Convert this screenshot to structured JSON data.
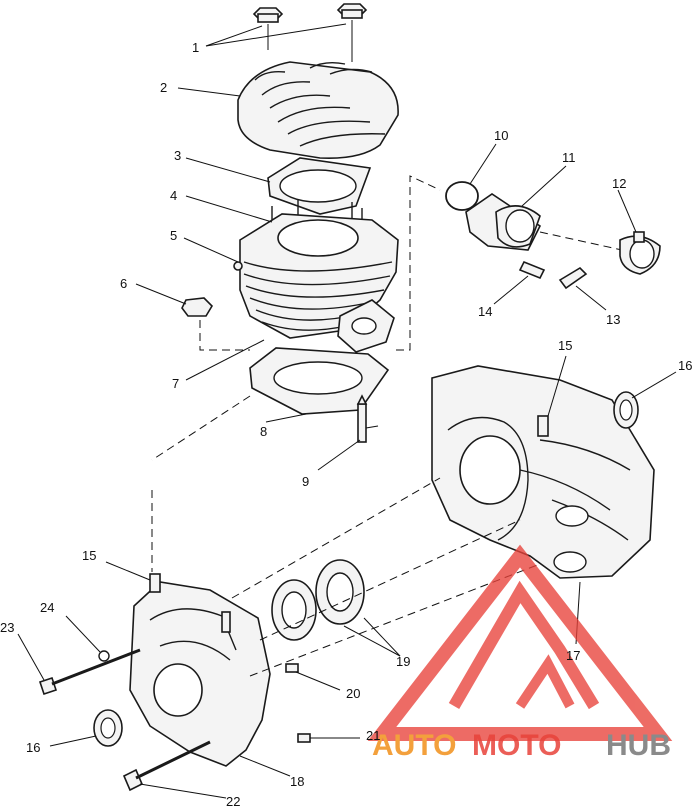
{
  "callouts": {
    "c1": "1",
    "c2": "2",
    "c3": "3",
    "c4": "4",
    "c5": "5",
    "c6": "6",
    "c7": "7",
    "c8": "8",
    "c9": "9",
    "c10": "10",
    "c11": "11",
    "c12": "12",
    "c13": "13",
    "c14": "14",
    "c15a": "15",
    "c15b": "15",
    "c16a": "16",
    "c16b": "16",
    "c17": "17",
    "c18": "18",
    "c19": "19",
    "c20": "20",
    "c21": "21",
    "c22": "22",
    "c23": "23",
    "c24": "24"
  },
  "watermark": {
    "word_auto": "AUTO",
    "word_moto": "MOTO",
    "word_hub": "HUB",
    "color_red": "#e8423a",
    "color_orange": "#f3a03c",
    "color_gray": "#8a8a8a"
  }
}
